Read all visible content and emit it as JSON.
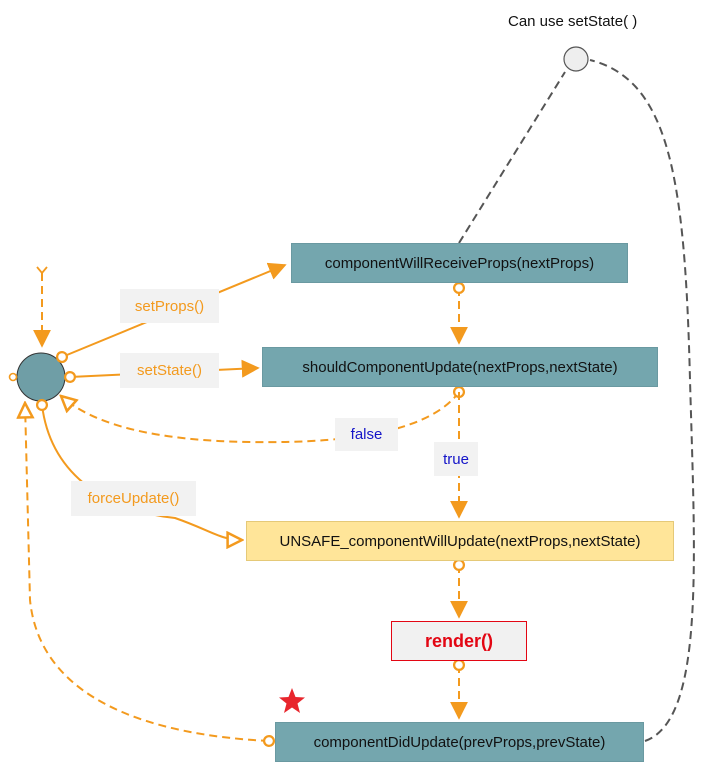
{
  "nodes": {
    "will_receive_props": "componentWillReceiveProps(nextProps)",
    "should_update": "shouldComponentUpdate(nextProps,nextState)",
    "will_update": "UNSAFE_componentWillUpdate(nextProps,nextState)",
    "render": "render()",
    "did_update": "componentDidUpdate(prevProps,prevState)"
  },
  "edge_labels": {
    "set_props": "setProps()",
    "set_state": "setState()",
    "false_label": "false",
    "true_label": "true",
    "force_update": "forceUpdate()"
  },
  "annotation": {
    "can_use_set_state": "Can use setState( )"
  },
  "colors": {
    "method_fill": "#74a6ae",
    "highlight_fill": "#ffe599",
    "render_border": "#e30613",
    "flow_orange": "#f39a1e",
    "dashed_gray": "#555555",
    "label_blue": "#1414c8",
    "star_red": "#e8262d"
  }
}
